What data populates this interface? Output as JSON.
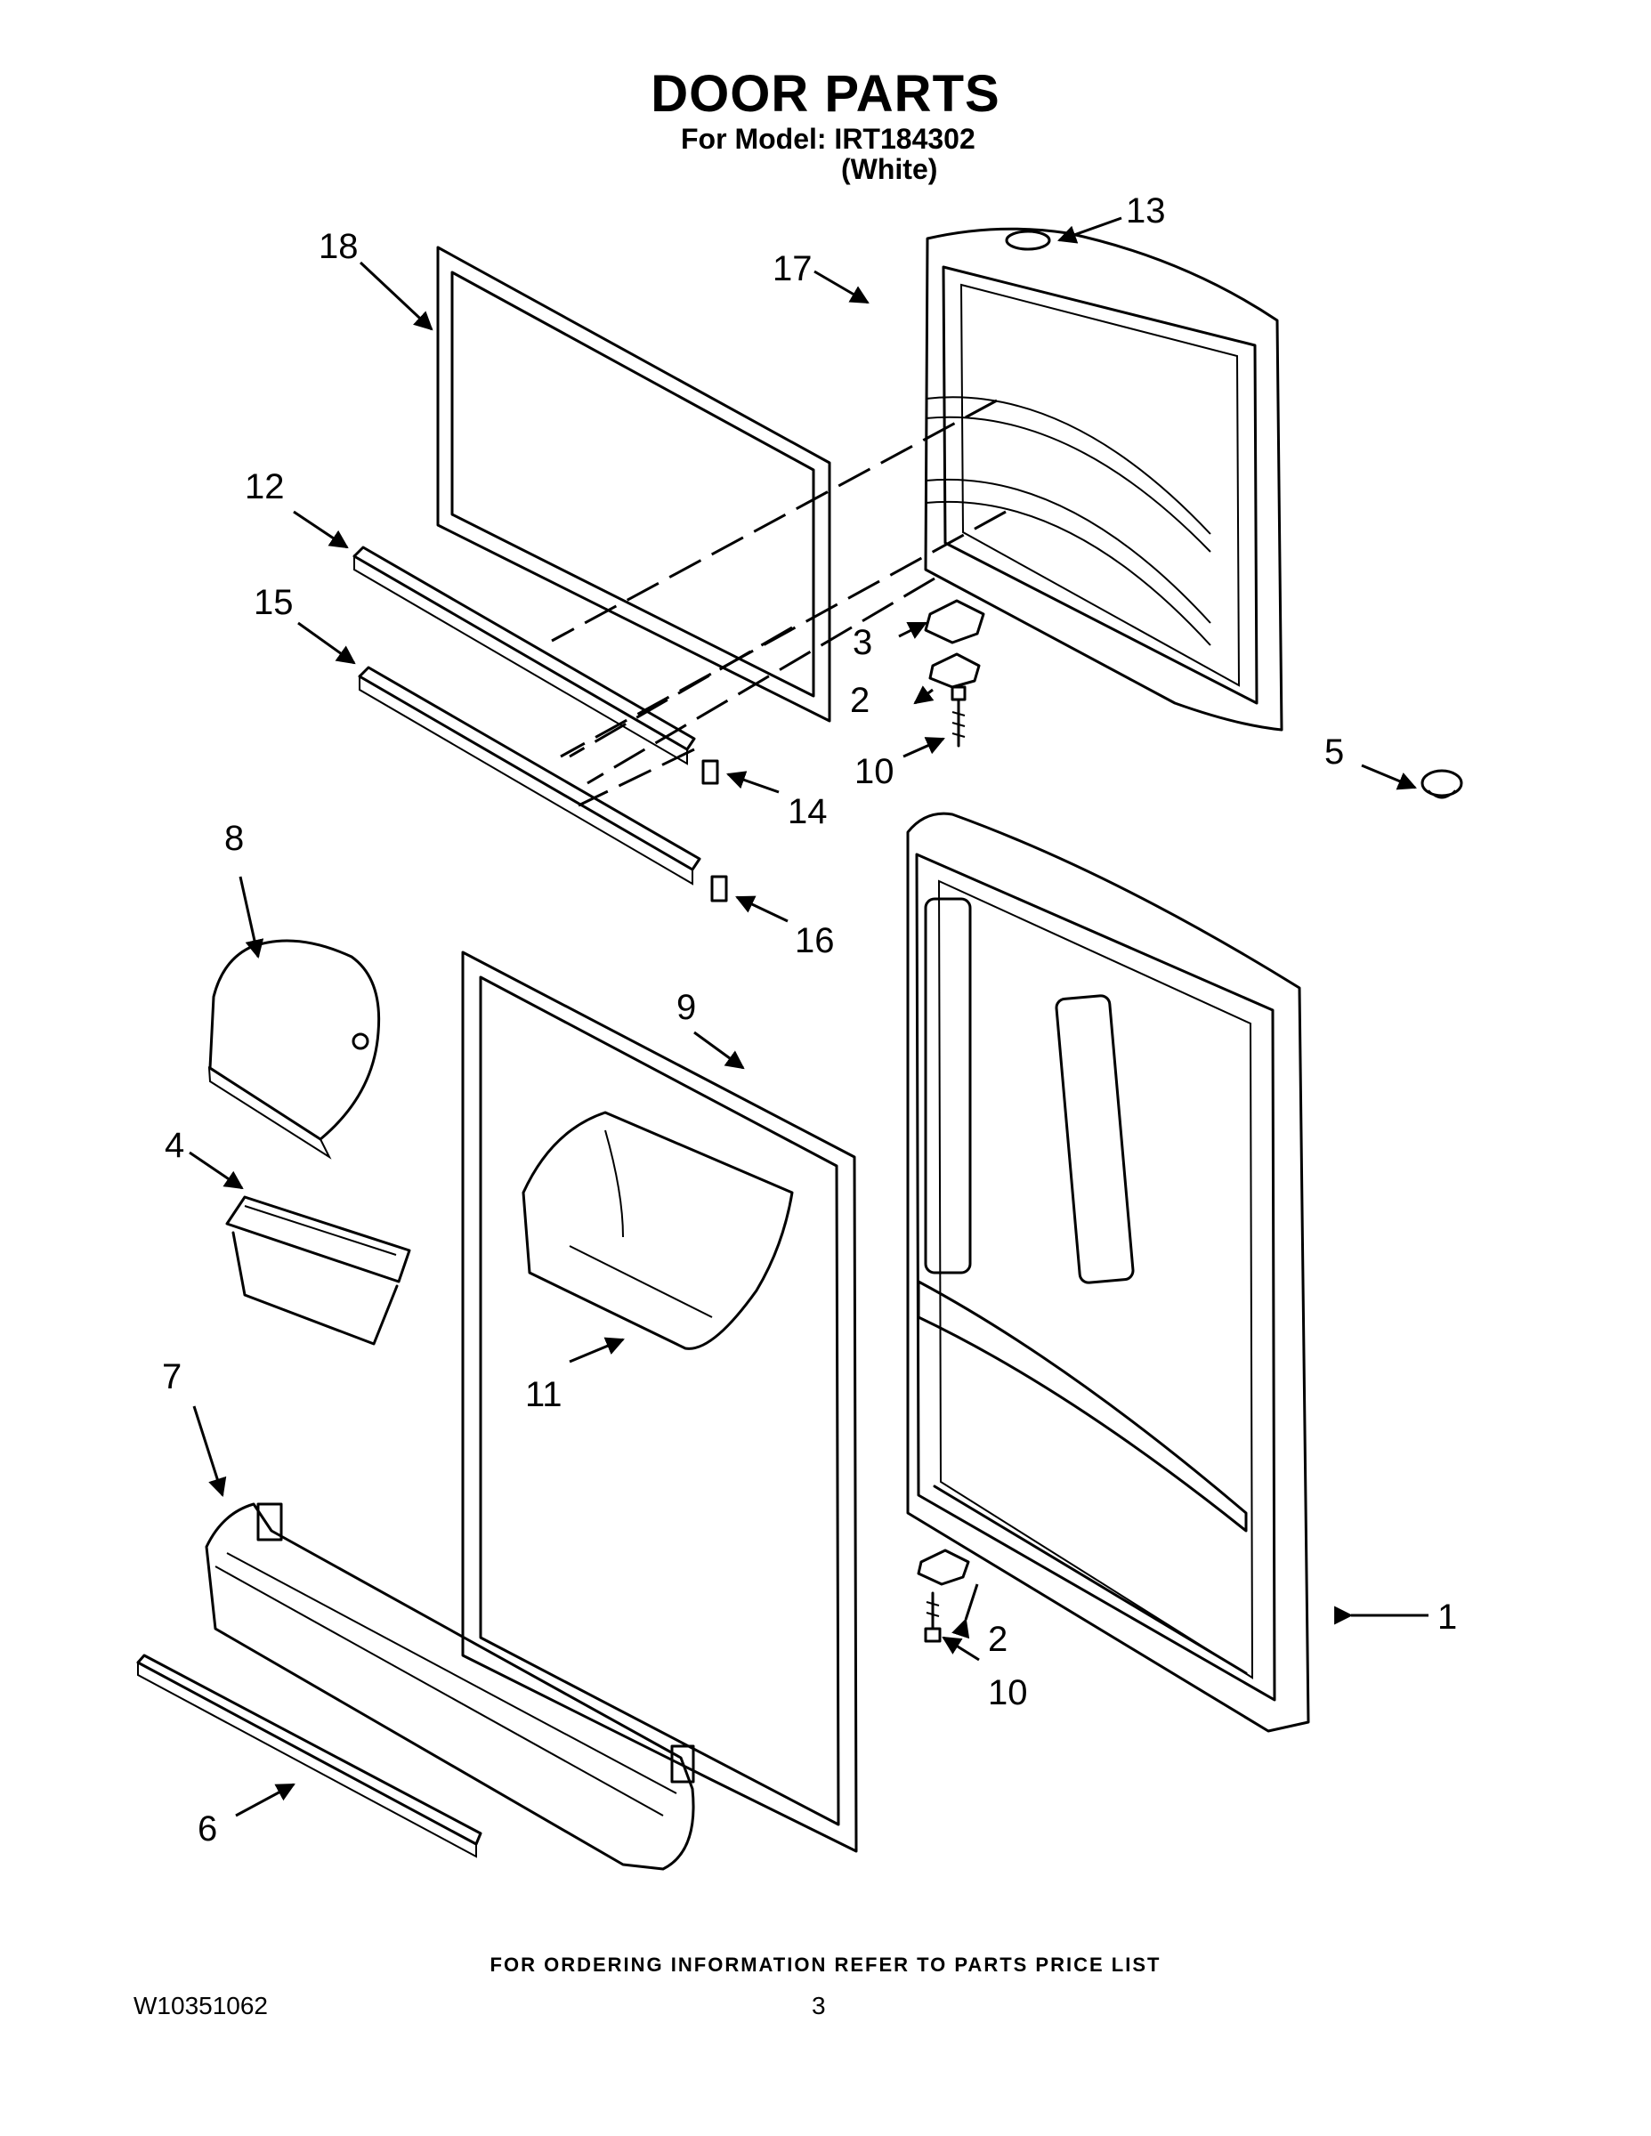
{
  "header": {
    "title": "DOOR PARTS",
    "model_line": "For Model: IRT184302",
    "color_line": "(White)"
  },
  "callouts": {
    "c1": "1",
    "c2a": "2",
    "c2b": "2",
    "c3": "3",
    "c4": "4",
    "c5": "5",
    "c6": "6",
    "c7": "7",
    "c8": "8",
    "c9": "9",
    "c10a": "10",
    "c10b": "10",
    "c11": "11",
    "c12": "12",
    "c13": "13",
    "c14": "14",
    "c15": "15",
    "c16": "16",
    "c17": "17",
    "c18": "18"
  },
  "footer": {
    "ordering_note": "FOR ORDERING INFORMATION REFER TO PARTS PRICE LIST",
    "doc_id": "W10351062",
    "page": "3"
  }
}
